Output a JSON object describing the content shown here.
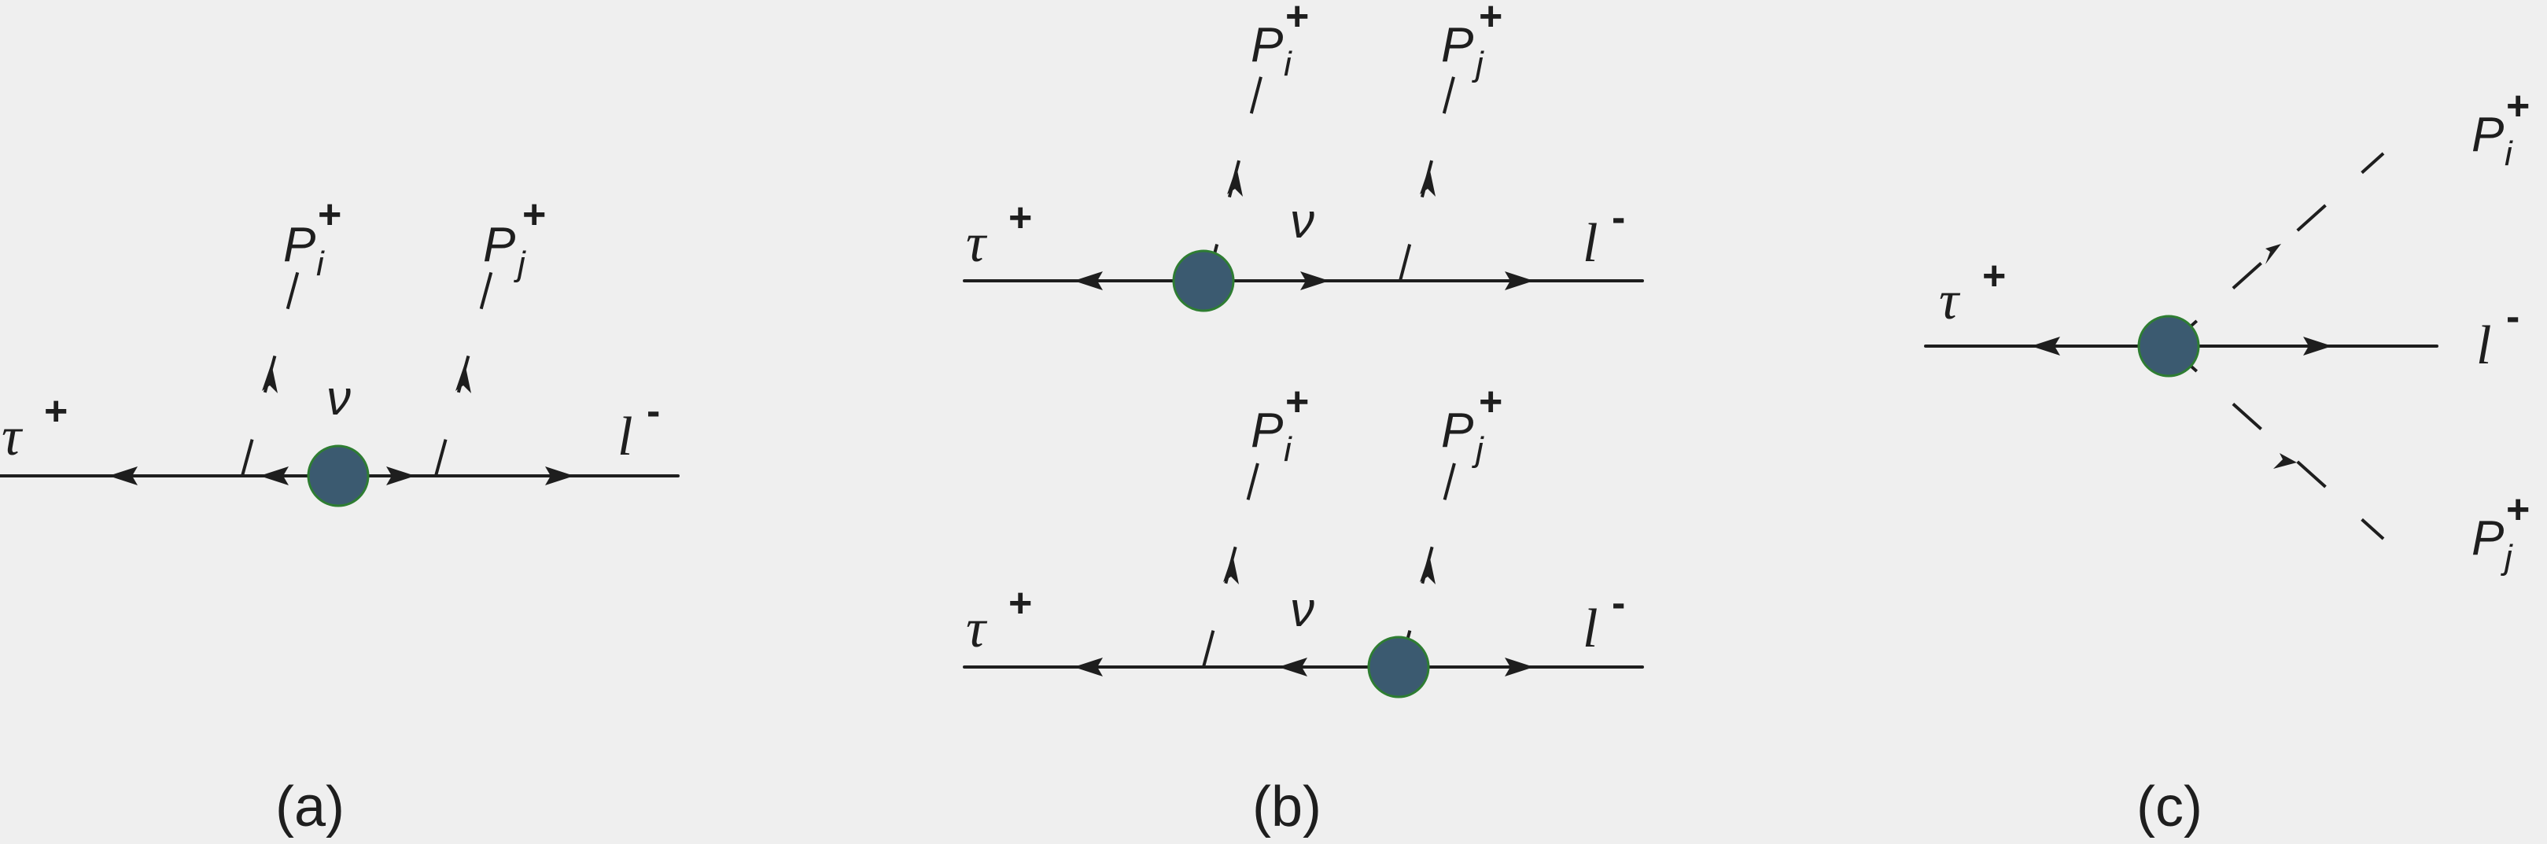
{
  "diagrams": {
    "a": {
      "caption": "(a)",
      "tau": "τ",
      "tau_charge": "+",
      "lepton": "l",
      "lepton_charge": "-",
      "pi_label": "P",
      "pi_sub": "i",
      "pi_charge": "+",
      "pj_label": "P",
      "pj_sub": "j",
      "pj_charge": "+",
      "nu": "ν"
    },
    "b": {
      "caption": "(b)",
      "top": {
        "tau": "τ",
        "tau_charge": "+",
        "lepton": "l",
        "lepton_charge": "-",
        "pi_label": "P",
        "pi_sub": "i",
        "pi_charge": "+",
        "pj_label": "P",
        "pj_sub": "j",
        "pj_charge": "+",
        "nu": "ν"
      },
      "bottom": {
        "tau": "τ",
        "tau_charge": "+",
        "lepton": "l",
        "lepton_charge": "-",
        "pi_label": "P",
        "pi_sub": "i",
        "pi_charge": "+",
        "pj_label": "P",
        "pj_sub": "j",
        "pj_charge": "+",
        "nu": "ν"
      }
    },
    "c": {
      "caption": "(c)",
      "tau": "τ",
      "tau_charge": "+",
      "lepton": "l",
      "lepton_charge": "-",
      "pi_label": "P",
      "pi_sub": "i",
      "pi_charge": "+",
      "pj_label": "P",
      "pj_sub": "j",
      "pj_charge": "+"
    }
  }
}
